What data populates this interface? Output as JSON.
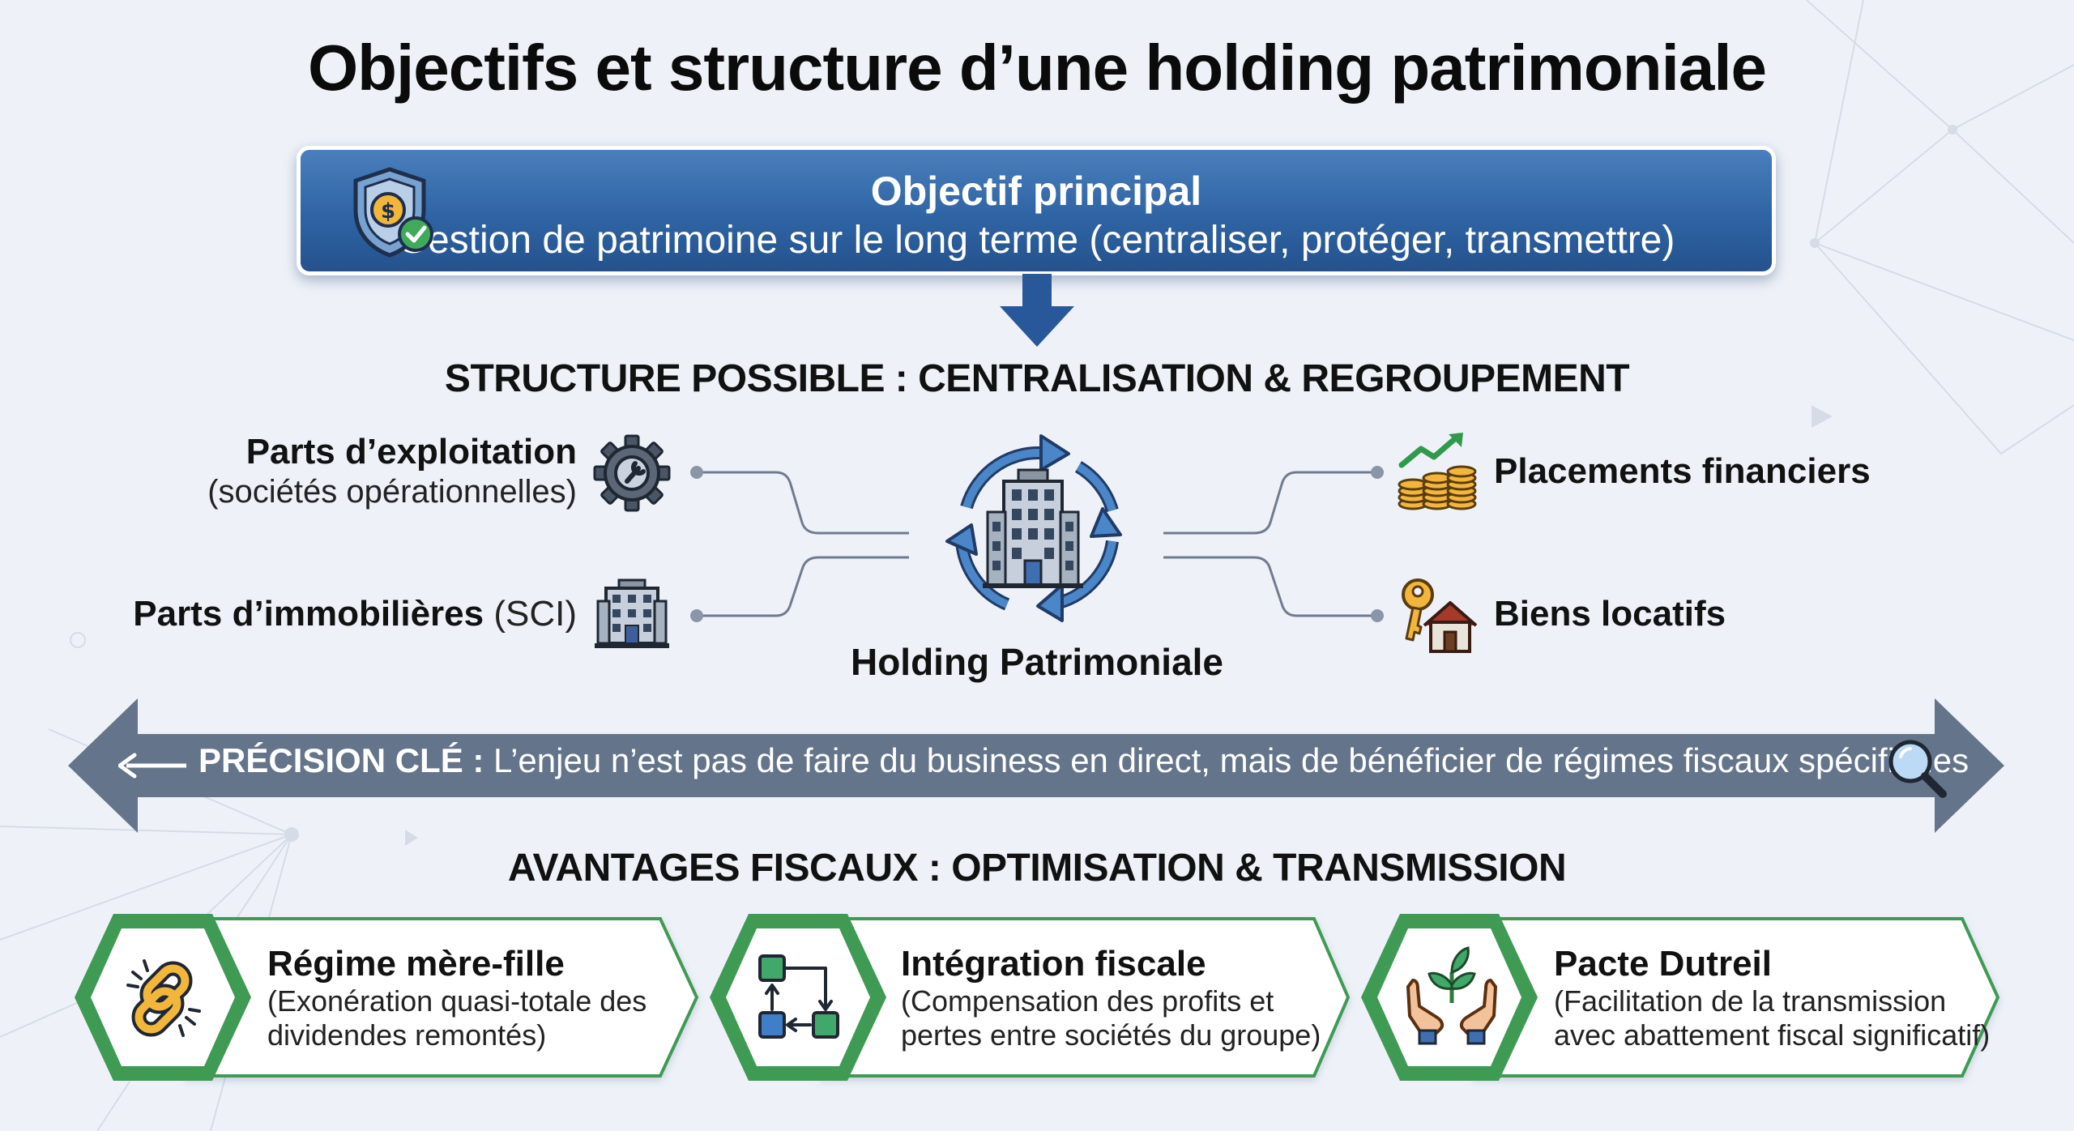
{
  "title": "Objectifs et structure d’une holding patrimoniale",
  "banner": {
    "heading": "Objectif principal",
    "subtitle": "Gestion de patrimoine sur le long terme (centraliser, protéger, transmettre)",
    "icon": "shield-dollar-check-icon"
  },
  "structure": {
    "heading": "STRUCTURE POSSIBLE : CENTRALISATION & REGROUPEMENT",
    "center_label": "Holding Patrimoniale",
    "left": [
      {
        "title": "Parts d’exploitation",
        "subtitle": "(sociétés opérationnelles)",
        "icon": "gear-wrench-icon"
      },
      {
        "title": "Parts d’immobilières",
        "suffix": " (SCI)",
        "icon": "apartment-building-icon"
      }
    ],
    "right": [
      {
        "title": "Placements financiers",
        "icon": "coins-growth-icon"
      },
      {
        "title": "Biens locatifs",
        "icon": "key-house-icon"
      }
    ]
  },
  "precision": {
    "label": "PRÉCISION CLÉ :",
    "text": " L’enjeu n’est pas de faire du business en direct, mais de bénéficier de régimes fiscaux spécifiques",
    "icon": "magnifier-icon"
  },
  "advantages": {
    "heading": "AVANTAGES FISCAUX : OPTIMISATION & TRANSMISSION",
    "cards": [
      {
        "title": "Régime mère-fille",
        "desc1": "(Exonération quasi-totale des",
        "desc2": "dividendes remontés)",
        "icon": "chain-link-icon"
      },
      {
        "title": "Intégration fiscale",
        "desc1": "(Compensation des profits et",
        "desc2": "pertes entre sociétés du groupe)",
        "icon": "flow-squares-icon"
      },
      {
        "title": "Pacte Dutreil",
        "desc1": "(Facilitation de la transmission",
        "desc2": "avec abattement fiscal significatif)",
        "icon": "hands-plant-icon"
      }
    ]
  },
  "colors": {
    "accent_blue": "#2f64a4",
    "green": "#3f9a54",
    "band_grey": "#64748a",
    "background": "#eef2f8"
  }
}
